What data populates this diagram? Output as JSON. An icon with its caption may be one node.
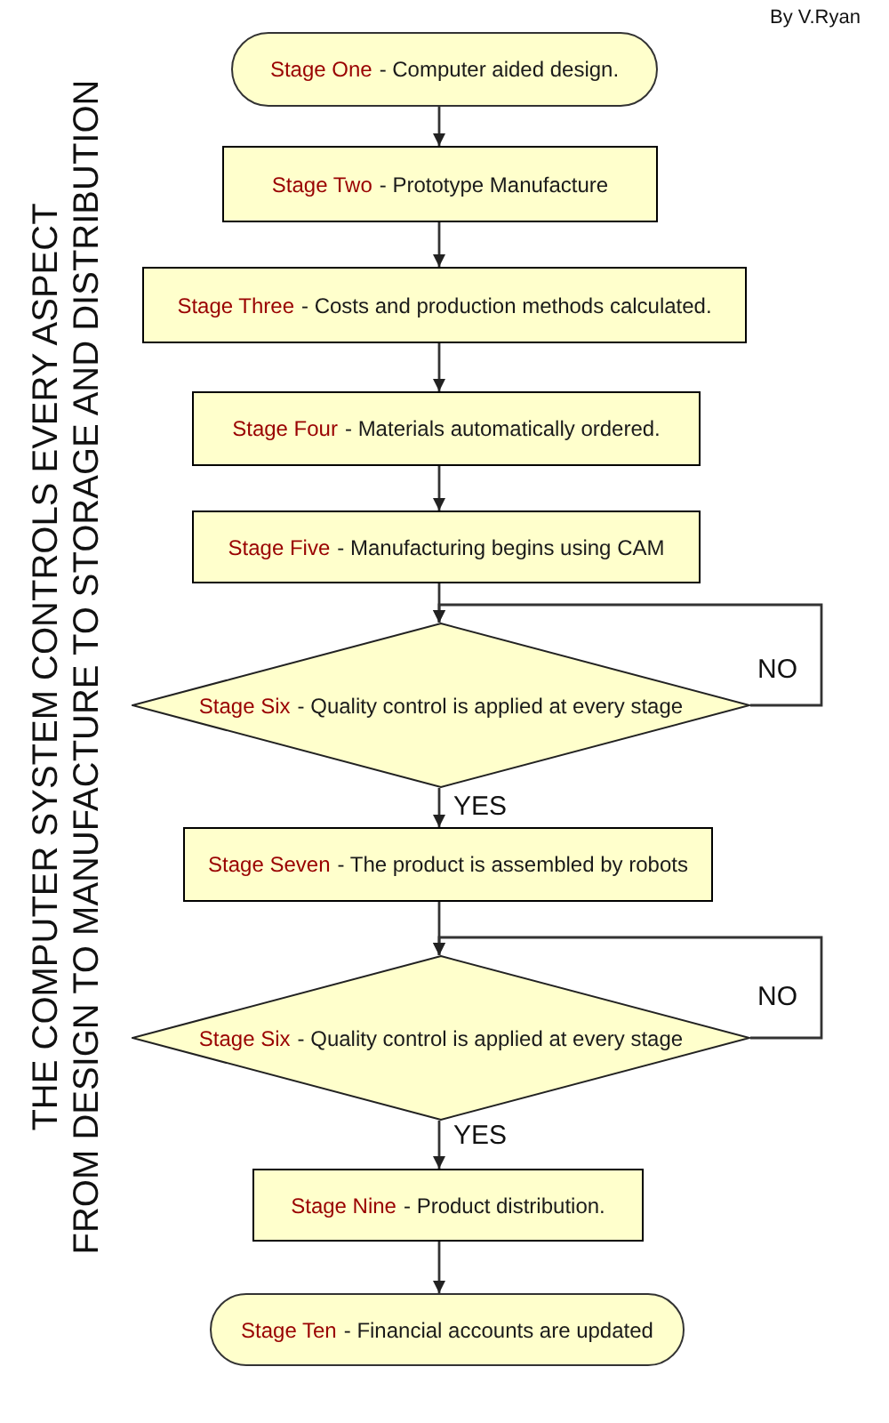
{
  "diagram": {
    "title": "THE COMPUTER SYSTEM CONTROLS EVERY ASPECT FROM DESIGN TO MANUFACTURE TO STORAGE AND DISTRIBUTION",
    "nodes": [
      {
        "text": [
          "Stage One",
          "- Computer aided design."
        ]
      },
      {
        "text": [
          "Stage Two",
          "- Prototype Manufacture"
        ]
      },
      {
        "text": [
          "Stage Three",
          "- Costs and production methods calculated."
        ]
      },
      {
        "text": [
          "Stage Four",
          "- Materials automatically ordered."
        ]
      },
      {
        "text": [
          "Stage Five",
          "- Manufacturing begins using CAM"
        ]
      },
      {
        "text": [
          "Stage Six",
          "- Quality control is applied at every stage"
        ]
      },
      {
        "text": [
          "Stage Seven",
          "- The product is assembled by robots"
        ]
      },
      {
        "text": [
          "Stage Six",
          "- Quality control is applied at every stage"
        ]
      },
      {
        "text": [
          "Stage Nine",
          "- Product distribution."
        ]
      },
      {
        "text": [
          "Stage Ten",
          "- Financial accounts are updated"
        ]
      }
    ],
    "edges": [
      {
        "from": 0,
        "to": 1,
        "arrow": "to"
      },
      {
        "from": 1,
        "to": 2,
        "arrow": "to"
      },
      {
        "from": 2,
        "to": 3,
        "arrow": "to"
      },
      {
        "from": 3,
        "to": 4,
        "arrow": "to"
      },
      {
        "from": 4,
        "to": 5,
        "arrow": "to"
      },
      {
        "from": 5,
        "to": 5,
        "arrow": "to",
        "label": "NO"
      },
      {
        "from": 5,
        "to": 6,
        "arrow": "to",
        "label": "YES"
      },
      {
        "from": 6,
        "to": 7,
        "arrow": "to"
      },
      {
        "from": 7,
        "to": 7,
        "arrow": "to",
        "label": "NO"
      },
      {
        "from": 7,
        "to": 8,
        "arrow": "to",
        "label": "YES"
      },
      {
        "from": 8,
        "to": 9,
        "arrow": "to"
      }
    ],
    "labels": [
      "By V.Ryan"
    ]
  }
}
